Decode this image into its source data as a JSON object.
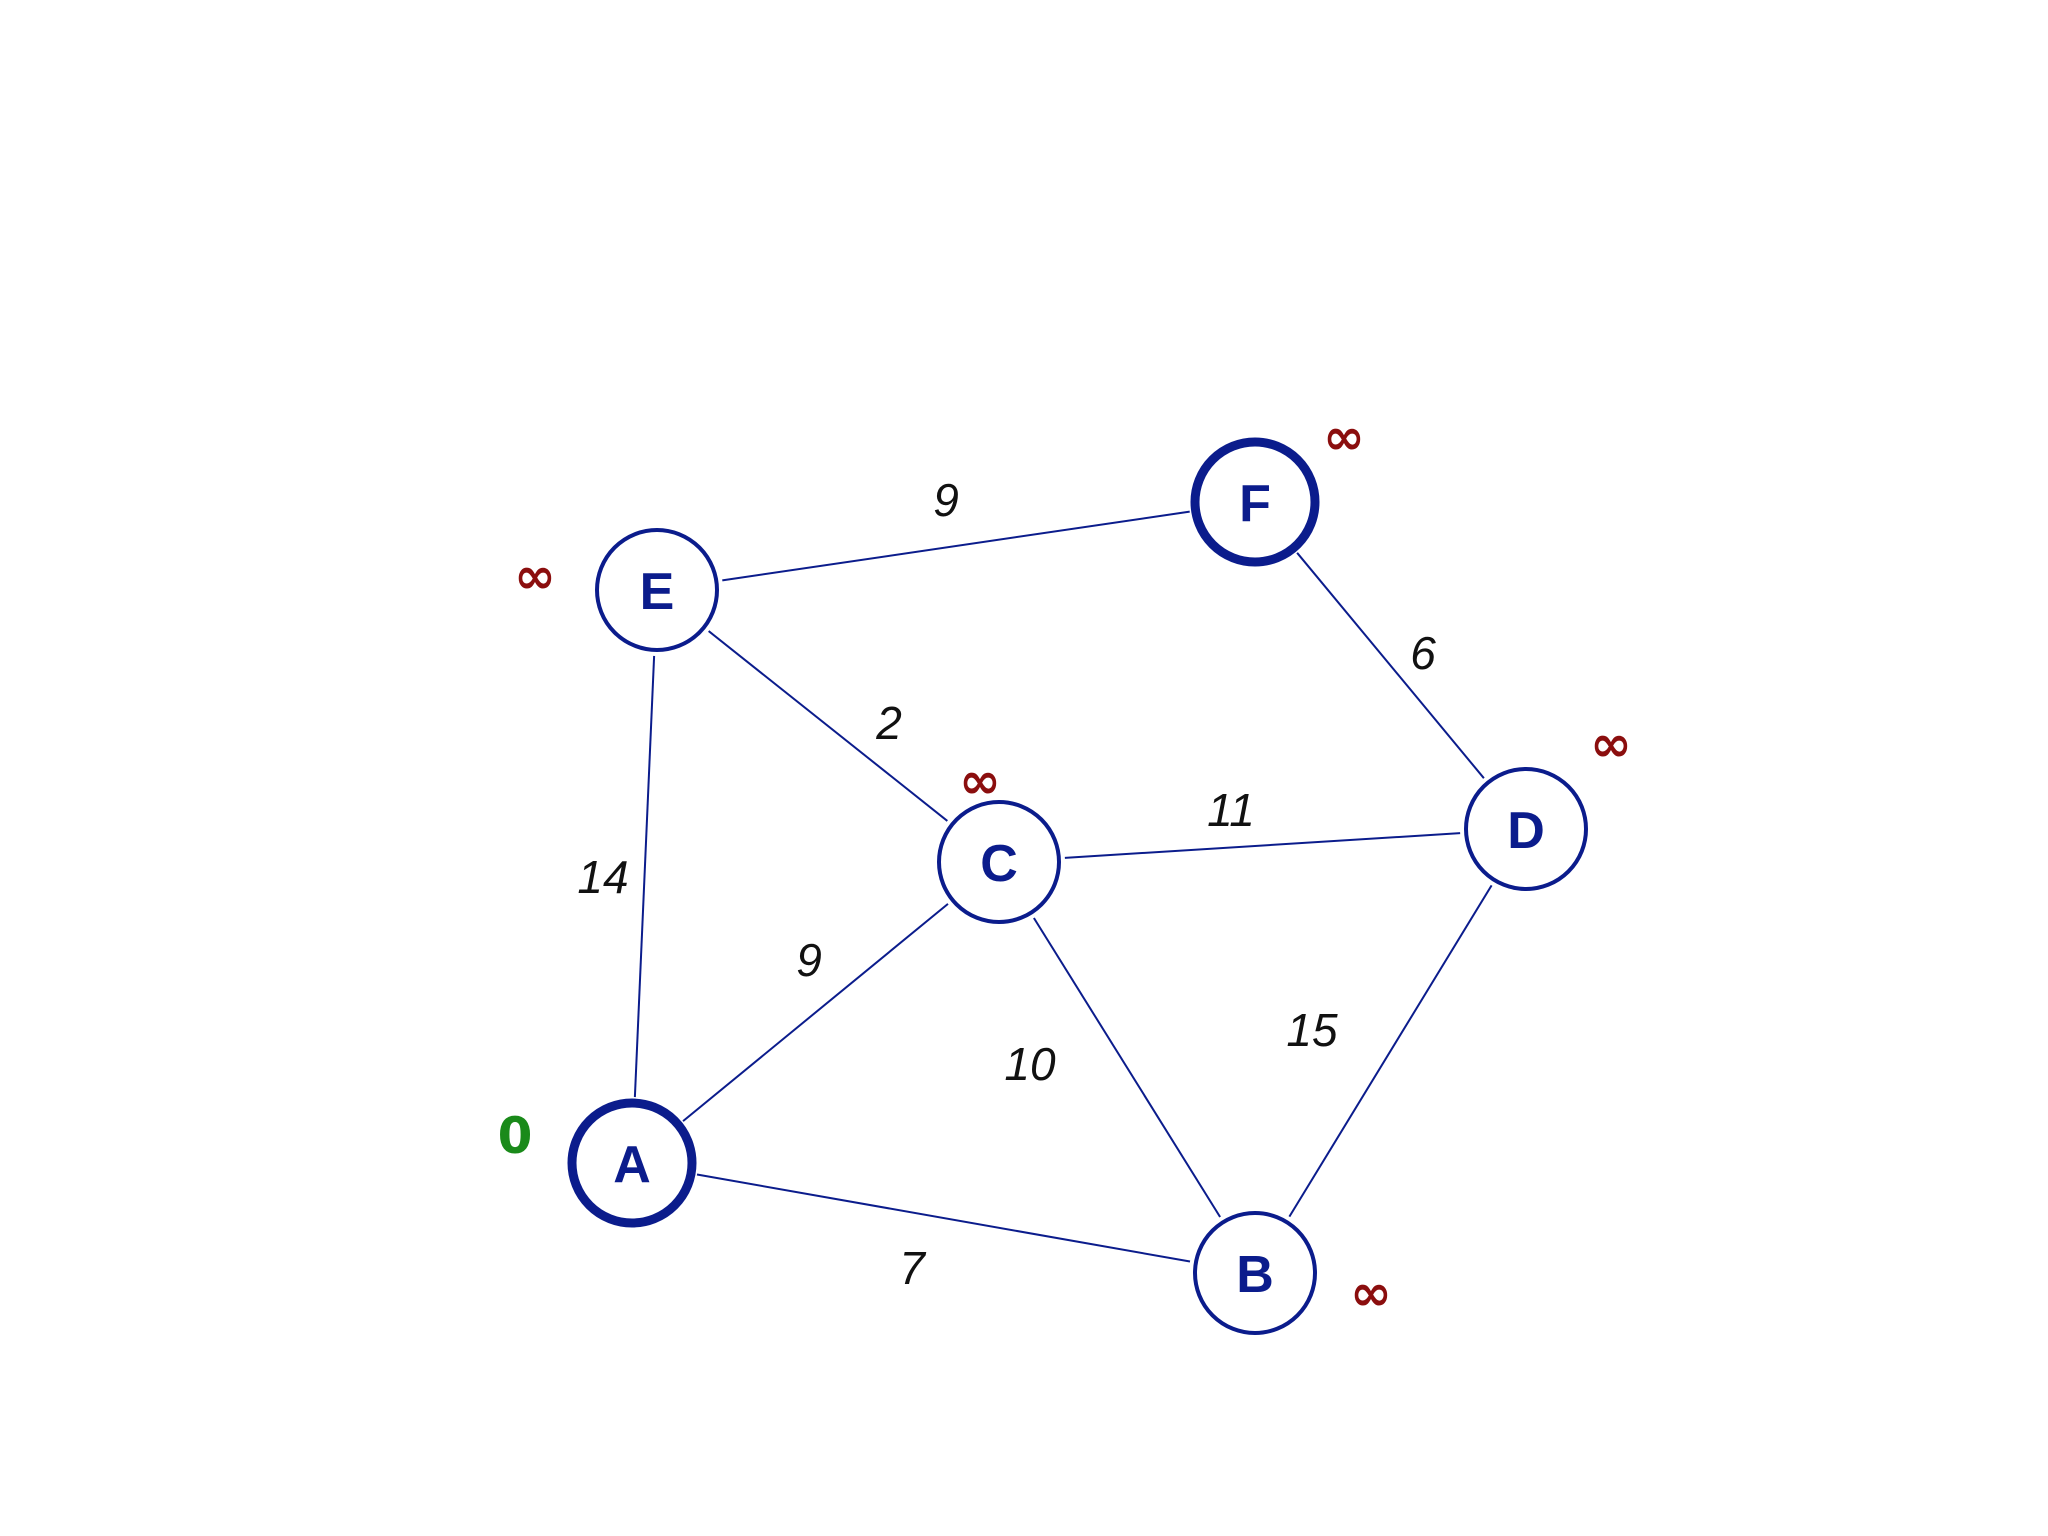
{
  "colors": {
    "node_stroke": "#0b1c8c",
    "node_text": "#0b1c8c",
    "edge": "#0b1c8c",
    "weight_text": "#111111",
    "distance_infinite": "#8b0e0e",
    "distance_known": "#1a8a1a"
  },
  "graph": {
    "nodes": [
      {
        "id": "A",
        "label": "A",
        "distance": "0",
        "emphasized": true
      },
      {
        "id": "B",
        "label": "B",
        "distance": "∞",
        "emphasized": false
      },
      {
        "id": "C",
        "label": "C",
        "distance": "∞",
        "emphasized": false
      },
      {
        "id": "D",
        "label": "D",
        "distance": "∞",
        "emphasized": false
      },
      {
        "id": "E",
        "label": "E",
        "distance": "∞",
        "emphasized": false
      },
      {
        "id": "F",
        "label": "F",
        "distance": "∞",
        "emphasized": true
      }
    ],
    "edges": [
      {
        "from": "E",
        "to": "F",
        "weight": "9"
      },
      {
        "from": "E",
        "to": "C",
        "weight": "2"
      },
      {
        "from": "E",
        "to": "A",
        "weight": "14"
      },
      {
        "from": "F",
        "to": "D",
        "weight": "6"
      },
      {
        "from": "C",
        "to": "D",
        "weight": "11"
      },
      {
        "from": "A",
        "to": "C",
        "weight": "9"
      },
      {
        "from": "C",
        "to": "B",
        "weight": "10"
      },
      {
        "from": "D",
        "to": "B",
        "weight": "15"
      },
      {
        "from": "A",
        "to": "B",
        "weight": "7"
      }
    ]
  }
}
